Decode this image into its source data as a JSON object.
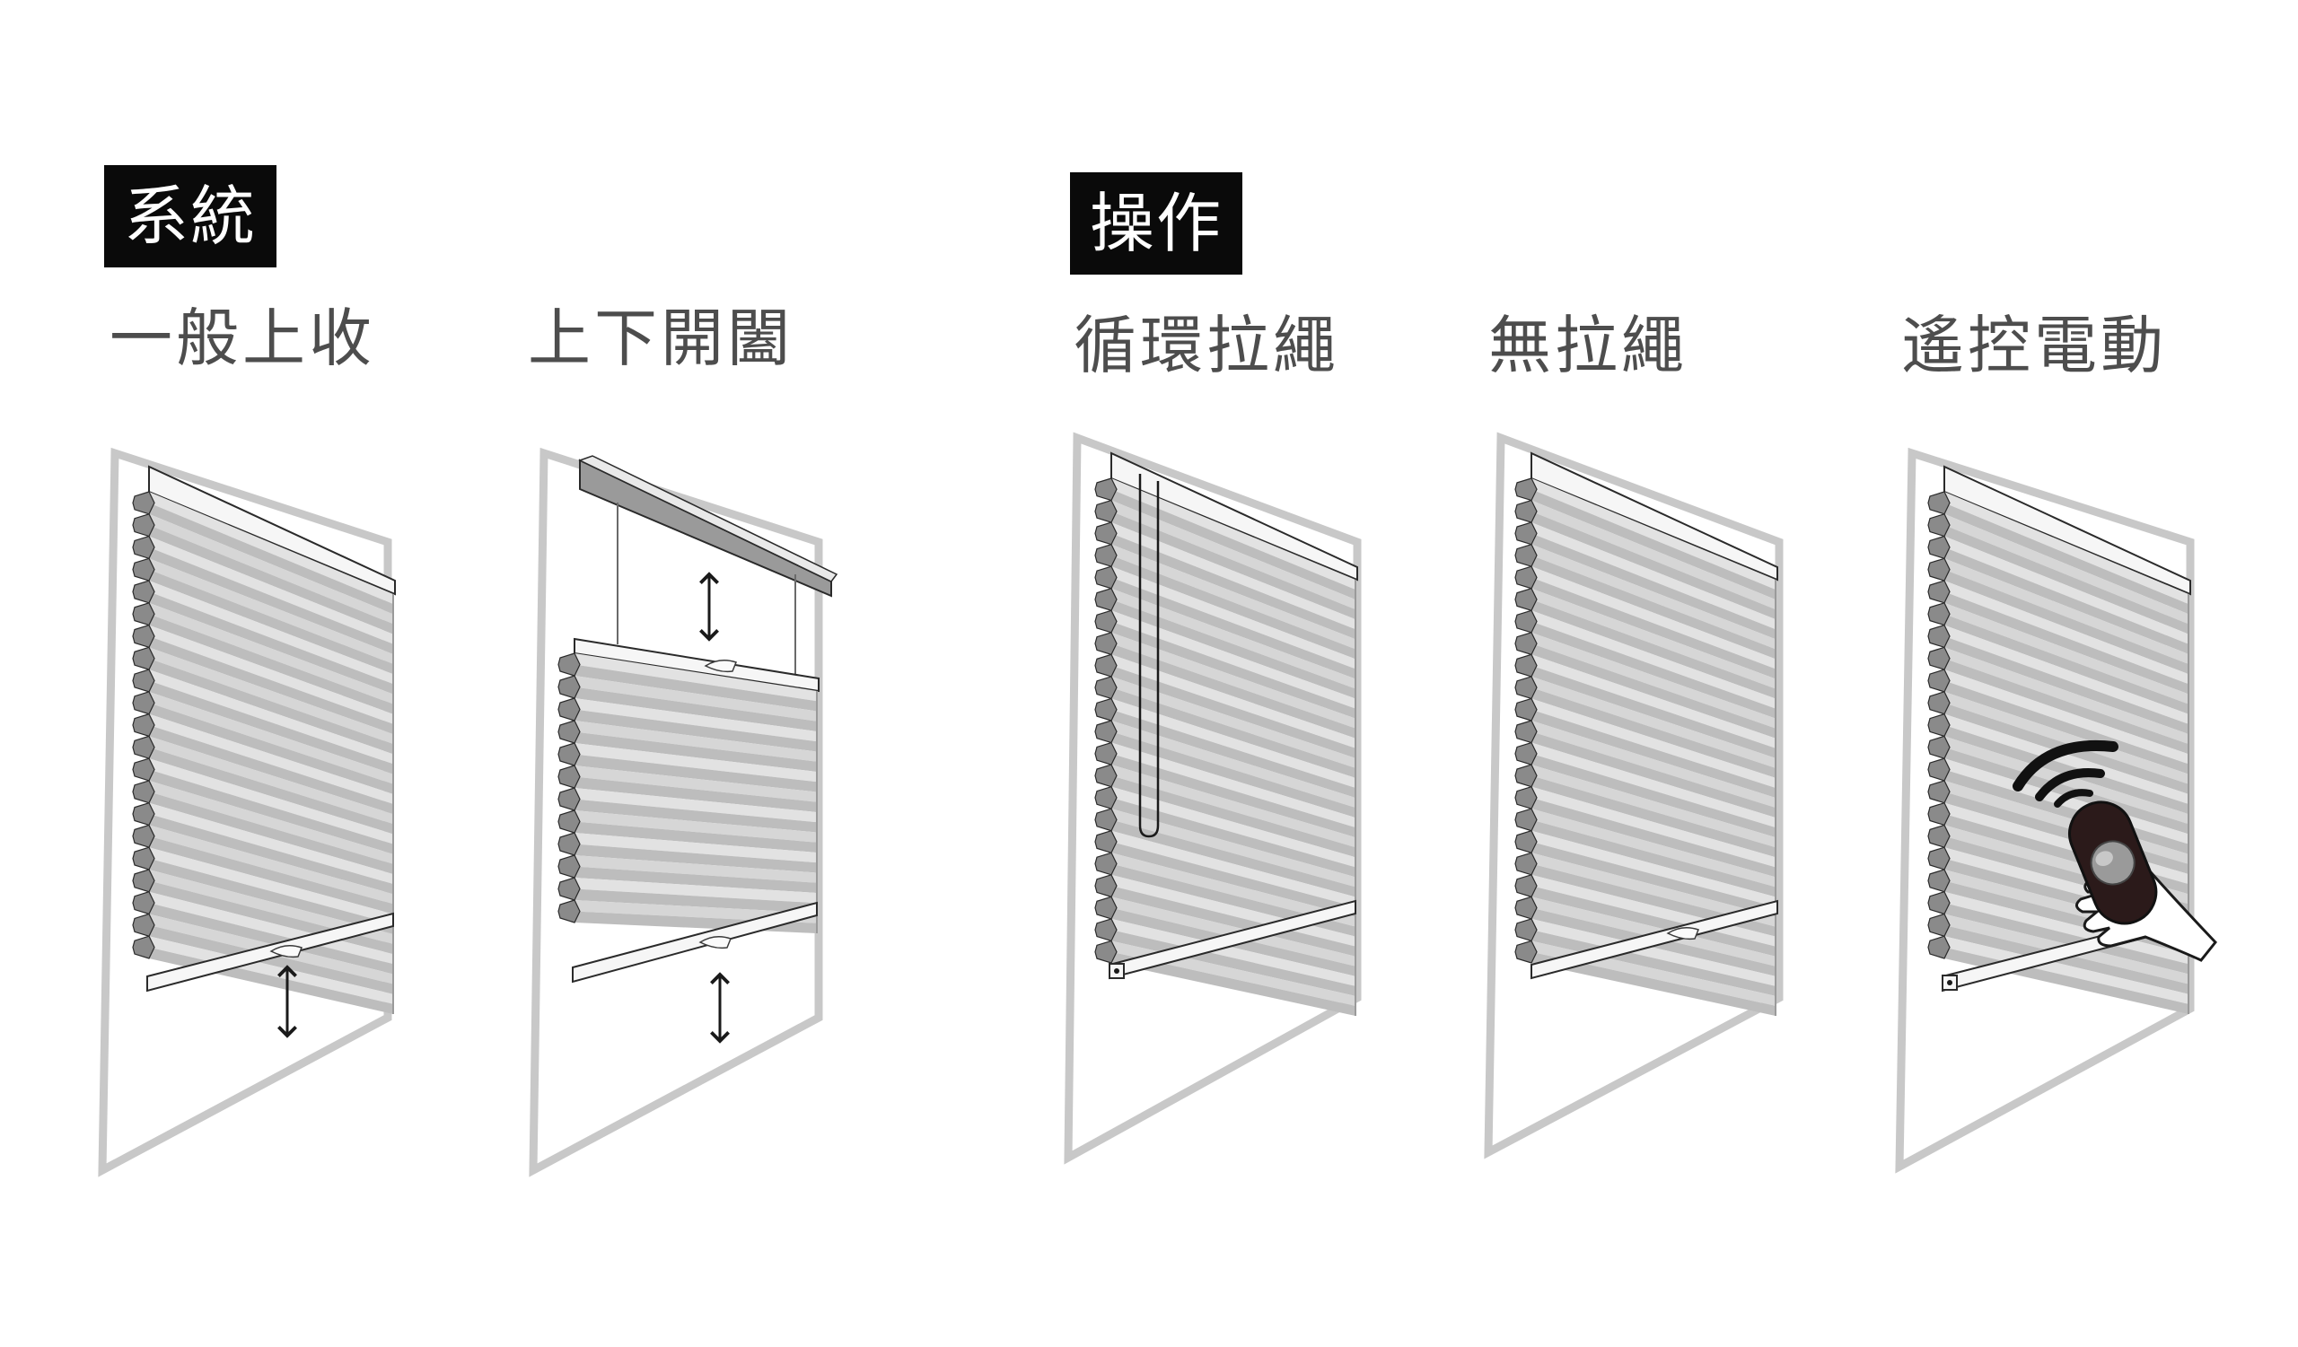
{
  "groups": {
    "system": {
      "heading": "系統"
    },
    "operation": {
      "heading": "操作"
    }
  },
  "items": [
    {
      "label": "一般上收"
    },
    {
      "label": "上下開闔"
    },
    {
      "label": "循環拉繩"
    },
    {
      "label": "無拉繩"
    },
    {
      "label": "遙控電動"
    }
  ],
  "colors": {
    "badge_bg": "#0a0a0a",
    "badge_text": "#ffffff",
    "label_text": "#4d4d4d",
    "frame": "#c8c8c8",
    "pleat_light": "#e2e2e2",
    "pleat_dark": "#8a8a8a",
    "outline": "#2a2a2a",
    "remote": "#2b1a1a"
  },
  "icons": [
    "double-arrow-icon",
    "remote-control-icon",
    "signal-waves-icon",
    "hand-icon"
  ]
}
